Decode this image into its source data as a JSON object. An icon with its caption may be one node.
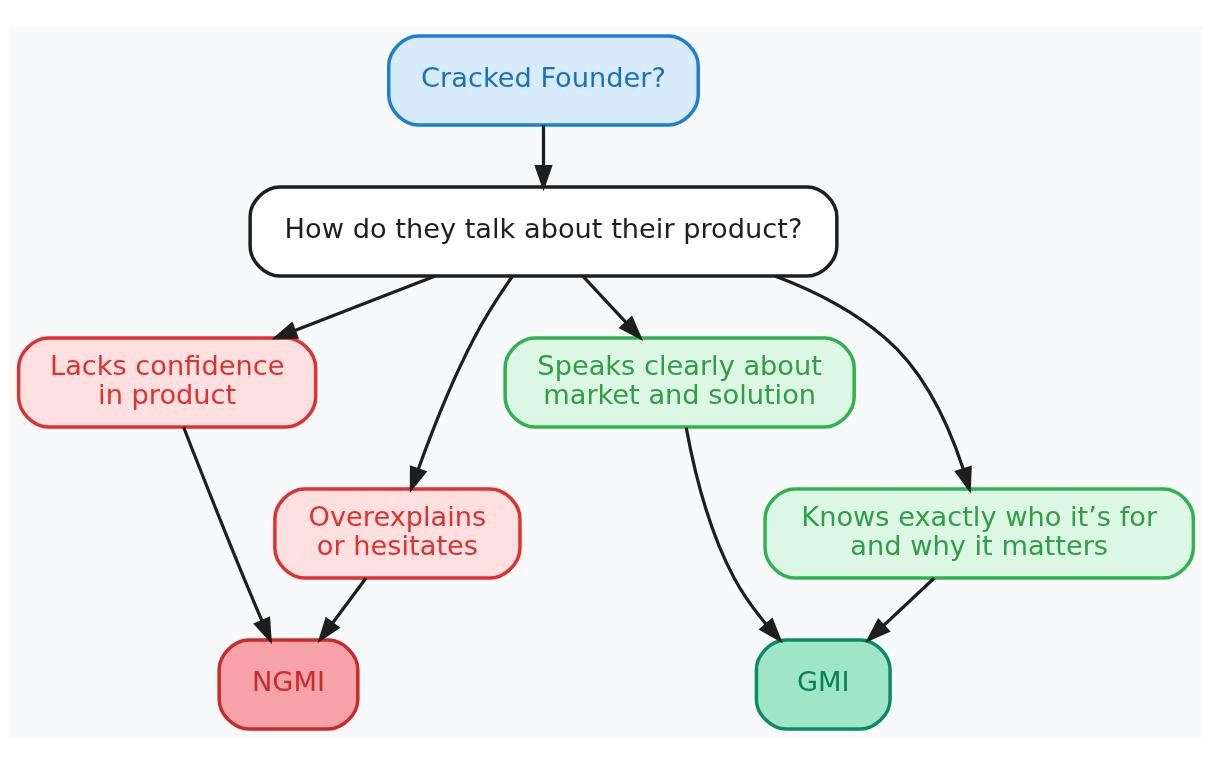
{
  "diagram": {
    "nodes": [
      {
        "text": [
          "Cracked Founder?"
        ]
      },
      {
        "text": [
          "How do they talk about their product?"
        ]
      },
      {
        "text": [
          "Lacks confidence in product"
        ]
      },
      {
        "text": [
          "Overexplains or hesitates"
        ]
      },
      {
        "text": [
          "Speaks clearly about market and solution"
        ]
      },
      {
        "text": [
          "Knows exactly who it’s for and why it matters"
        ]
      },
      {
        "text": [
          "NGMI"
        ]
      },
      {
        "text": [
          "GMI"
        ]
      }
    ],
    "edges": [
      {
        "from": 0,
        "to": 1,
        "arrow": "to"
      },
      {
        "from": 1,
        "to": 2,
        "arrow": "to"
      },
      {
        "from": 1,
        "to": 3,
        "arrow": "to"
      },
      {
        "from": 1,
        "to": 4,
        "arrow": "to"
      },
      {
        "from": 1,
        "to": 5,
        "arrow": "to"
      },
      {
        "from": 2,
        "to": 6,
        "arrow": "to"
      },
      {
        "from": 3,
        "to": 6,
        "arrow": "to"
      },
      {
        "from": 4,
        "to": 7,
        "arrow": "to"
      },
      {
        "from": 5,
        "to": 7,
        "arrow": "to"
      }
    ]
  }
}
